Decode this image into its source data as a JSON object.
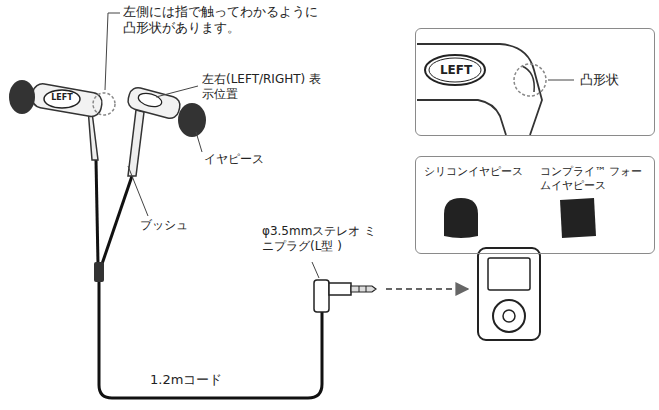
{
  "diagram": {
    "nodes": [
      {
        "text": [
          "LEFT",
          "凸形状"
        ]
      },
      {
        "text": [
          "シリコンイヤピース",
          "コンプライ™ フォームイヤピース"
        ]
      }
    ],
    "labels": [
      "左側には指で触ってわかるように 凸形状があります。",
      "LEFT",
      "左右(LEFT/RIGHT) 表示位置",
      "イヤピース",
      "ブッシュ",
      "φ3.5mmステレオ ミニプラグ(L型 )",
      "1.2mコード"
    ]
  }
}
